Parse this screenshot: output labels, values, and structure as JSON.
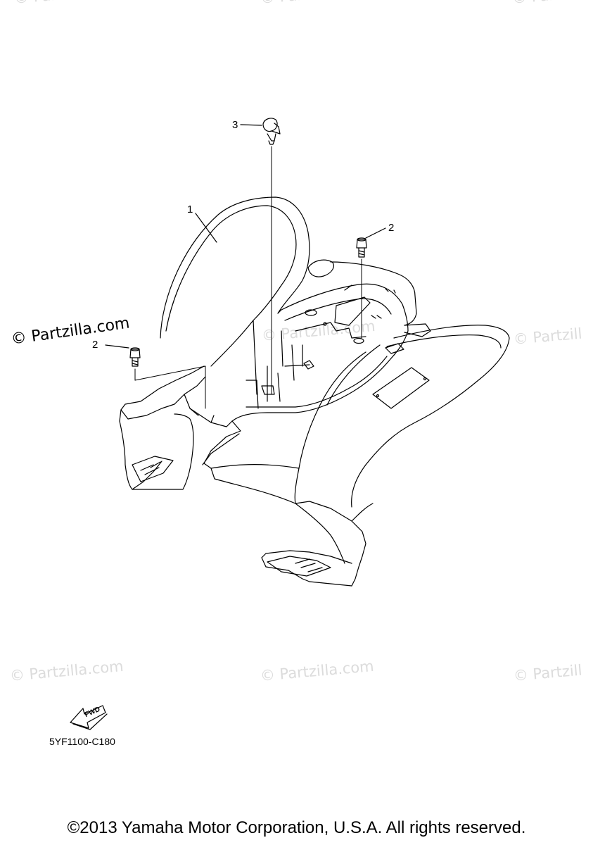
{
  "diagram": {
    "callouts": [
      {
        "id": "1",
        "label": "1"
      },
      {
        "id": "2a",
        "label": "2"
      },
      {
        "id": "2b",
        "label": "2"
      },
      {
        "id": "3",
        "label": "3"
      }
    ],
    "fwd_label": "FWD",
    "part_code": "5YF1100-C180"
  },
  "watermarks": {
    "main": "© Partzilla.com",
    "faint": "© Partzilla.com",
    "faint_edge": "© Partzill"
  },
  "footer": {
    "copyright": "©2013 Yamaha Motor Corporation, U.S.A. All rights reserved."
  },
  "colors": {
    "line": "#000000",
    "watermark": "#dcdcdc",
    "background": "#ffffff"
  }
}
